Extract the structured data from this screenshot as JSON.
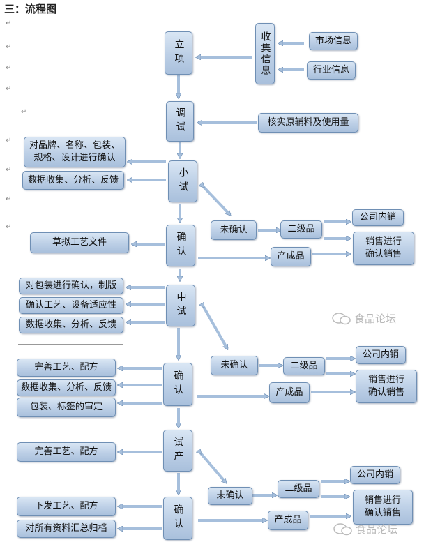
{
  "title": "三：流程图",
  "watermark": "食品论坛",
  "nodes": {
    "lixiang": "立项",
    "shouji": "收集信息",
    "shichang": "市场信息",
    "hangye": "行业信息",
    "tiaoshi": "调试",
    "hehe": "核实原辅料及使用量",
    "xiaoshi": "小试",
    "xs_pinpai": "对品牌、名称、包装、\n规格、设计进行确认",
    "xs_shuju": "数据收集、分析、反馈",
    "queren1": "确认",
    "caoni": "草拟工艺文件",
    "weiqueren1": "未确认",
    "erji1": "二级品",
    "gongsi1": "公司内销",
    "chanpin1": "产成品",
    "xiaoshou1": "销售进行\n确认销售",
    "zhongshi": "中试",
    "zs_baozhuang": "对包装进行确认，制版",
    "zs_gongyi": "确认工艺、设备适应性",
    "zs_shuju": "数据收集、分析、反馈",
    "queren2": "确认",
    "q2_wanshan": "完善工艺、配方",
    "q2_shuju": "数据收集、分析、反馈",
    "q2_biaoqian": "包装、标签的审定",
    "weiqueren2": "未确认",
    "erji2": "二级品",
    "gongsi2": "公司内销",
    "chanpin2": "产成品",
    "xiaoshou2": "销售进行\n确认销售",
    "shichan": "试产",
    "sc_wanshan": "完善工艺、配方",
    "queren3": "确认",
    "q3_xiafa": "下发工艺、配方",
    "q3_huizong": "对所有资料汇总归档",
    "weiqueren3": "未确认",
    "erji3": "二级品",
    "gongsi3": "公司内销",
    "chanpin3": "产成品",
    "xiaoshou3": "销售进行\n确认销售"
  },
  "colors": {
    "box_border": "#6f8fb4",
    "box_fill": "#bccfe6",
    "arrow": "#9db8d8"
  }
}
